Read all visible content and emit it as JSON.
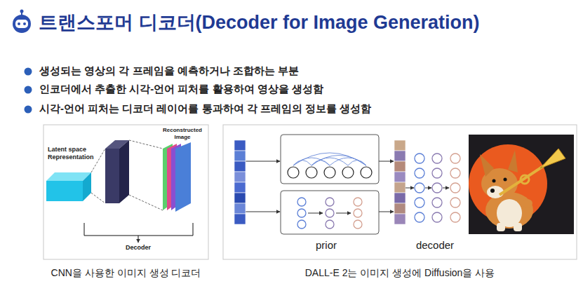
{
  "diagram": {
    "title": "트랜스포머 디코더(Decoder for Image Generation)",
    "nodes": [
      {
        "text": [
          "Latent space Representation",
          "Reconstructed Image",
          "Decoder",
          "CNN을 사용한 이미지 생성 디코더"
        ]
      },
      {
        "text": [
          "prior",
          "decoder",
          "DALL-E 2는 이미지 생성에 Diffusion을 사용"
        ]
      }
    ],
    "labels": [
      "생성되는 영상의 각 프레임을 예측하거나 조합하는 부분",
      "인코더에서 추출한 시각-언어 피처를 활용하여 영상을 생성함",
      "시각-언어 피처는 디코더 레이어를 통과하여 각 프레임의 정보를 생성함"
    ]
  }
}
